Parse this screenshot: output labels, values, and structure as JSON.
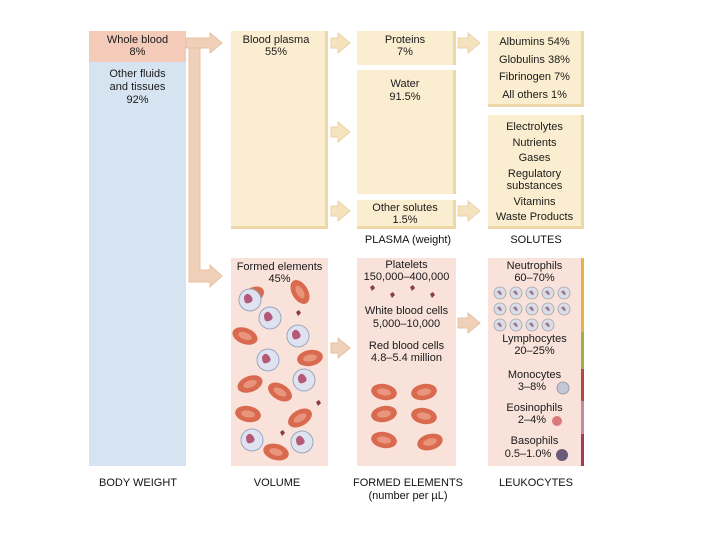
{
  "body_weight": {
    "whole_blood": "Whole blood",
    "whole_blood_pct": "8%",
    "other": "Other fluids",
    "other_line2": "and tissues",
    "other_pct": "92%",
    "footer": "BODY WEIGHT"
  },
  "volume": {
    "plasma": "Blood plasma",
    "plasma_pct": "55%",
    "formed": "Formed elements",
    "formed_pct": "45%",
    "footer": "VOLUME"
  },
  "plasma": {
    "proteins": "Proteins",
    "proteins_pct": "7%",
    "water": "Water",
    "water_pct": "91.5%",
    "other": "Other solutes",
    "other_pct": "1.5%",
    "footer": "PLASMA (weight)"
  },
  "solutes": {
    "proteins": [
      "Albumins 54%",
      "Globulins 38%",
      "Fibrinogen 7%",
      "All others 1%"
    ],
    "other": [
      "Electrolytes",
      "Nutrients",
      "Gases",
      "Regulatory",
      "substances",
      "Vitamins",
      "Waste Products"
    ],
    "footer": "SOLUTES"
  },
  "formed_elements": {
    "platelets": "Platelets",
    "platelets_count": "150,000–400,000",
    "wbc": "White blood cells",
    "wbc_count": "5,000–10,000",
    "rbc": "Red blood cells",
    "rbc_count": "4.8–5.4 million",
    "footer": "FORMED ELEMENTS",
    "footer2": "(number per µL)"
  },
  "leukocytes": {
    "neutrophils": "Neutrophils",
    "neutrophils_pct": "60–70%",
    "lymphocytes": "Lymphocytes",
    "lymphocytes_pct": "20–25%",
    "monocytes": "Monocytes",
    "monocytes_pct": "3–8%",
    "eosinophils": "Eosinophils",
    "eosinophils_pct": "2–4%",
    "basophils": "Basophils",
    "basophils_pct": "0.5–1.0%",
    "footer": "LEUKOCYTES"
  },
  "colors": {
    "blood": "#f3cbb8",
    "body": "#d6e4f2",
    "plasma": "#fbeed0",
    "cells": "#f8e2da",
    "rbc": "#d96a4f",
    "neutrophil_bar": "#e7b24a",
    "lymph_bar": "#9fb24a",
    "mono_bar": "#b34a3e",
    "eos_bar": "#c78a9f",
    "baso_bar": "#a33a5a"
  }
}
